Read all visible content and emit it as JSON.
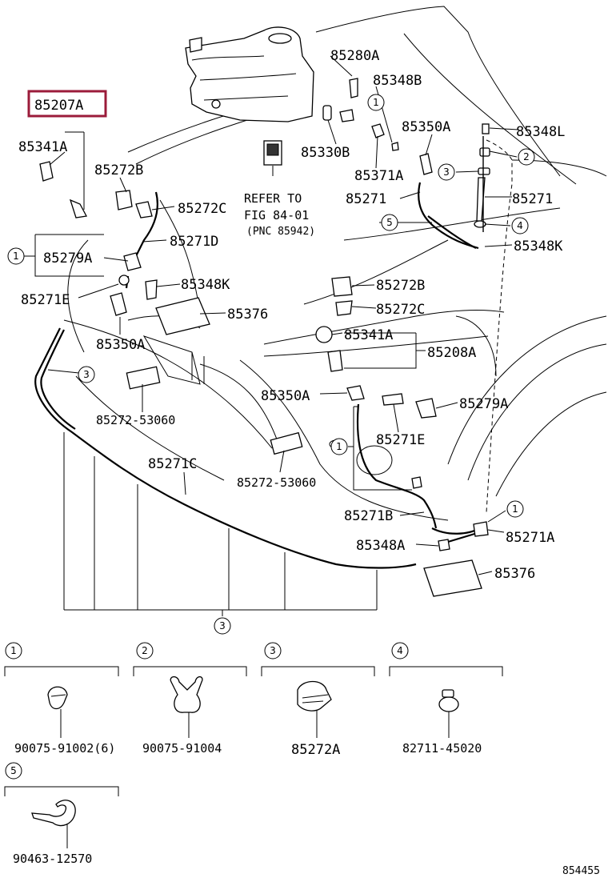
{
  "highlighted_part": "85207A",
  "labels": {
    "p85280A": "85280A",
    "p85348B": "85348B",
    "p85350A_top": "85350A",
    "p85348L": "85348L",
    "p85341A_left": "85341A",
    "p85330B": "85330B",
    "p85371A": "85371A",
    "p85272B_top": "85272B",
    "p85271_mid": "85271",
    "p85271_right": "85271",
    "p85272C_top": "85272C",
    "p85271D": "85271D",
    "p85348K_right": "85348K",
    "p85279A_left": "85279A",
    "p85271E_left": "85271E",
    "p85348K_left": "85348K",
    "p85272B_mid": "85272B",
    "p85376_top": "85376",
    "p85272C_mid": "85272C",
    "p85350A_left": "85350A",
    "p85341A_mid": "85341A",
    "p85208A": "85208A",
    "p85350A_mid": "85350A",
    "p85279A_right": "85279A",
    "p85272_53060_a": "85272-53060",
    "p85271E_mid": "85271E",
    "p85271C": "85271C",
    "p85272_53060_b": "85272-53060",
    "p85271B": "85271B",
    "p85271A": "85271A",
    "p85348A": "85348A",
    "p85376_bottom": "85376"
  },
  "refer": {
    "line1": "REFER TO",
    "line2": "FIG 84-01",
    "line3": "(PNC 85942)"
  },
  "callout_numbers": [
    "1",
    "2",
    "3",
    "4",
    "5"
  ],
  "legend": [
    {
      "num": "1",
      "part": "90075-91002(6)"
    },
    {
      "num": "2",
      "part": "90075-91004"
    },
    {
      "num": "3",
      "part": "85272A"
    },
    {
      "num": "4",
      "part": "82711-45020"
    },
    {
      "num": "5",
      "part": "90463-12570"
    }
  ],
  "figure_id": "854455"
}
